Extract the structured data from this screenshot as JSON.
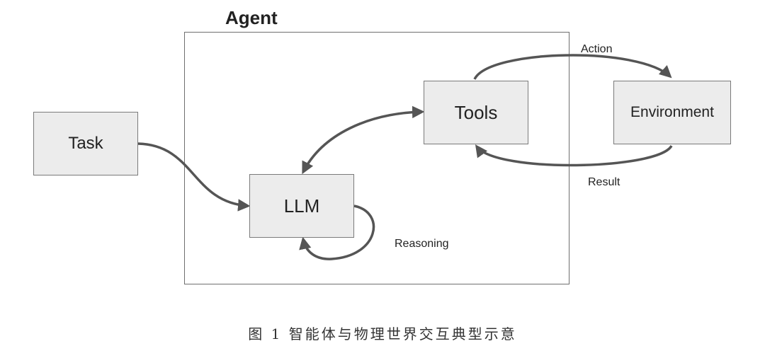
{
  "diagram": {
    "agent_title": "Agent",
    "nodes": {
      "task": "Task",
      "llm": "LLM",
      "tools": "Tools",
      "environment": "Environment"
    },
    "edge_labels": {
      "action": "Action",
      "result": "Result",
      "reasoning": "Reasoning"
    },
    "caption": "图 1   智能体与物理世界交互典型示意"
  },
  "colors": {
    "arrow": "#555555",
    "node_fill": "#ececec",
    "node_border": "#7a7a7a",
    "frame_border": "#6f6f6f"
  }
}
